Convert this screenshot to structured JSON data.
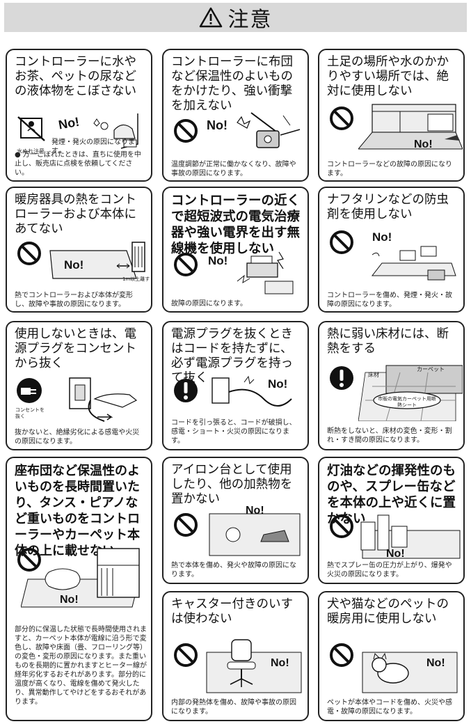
{
  "header": {
    "title": "注意"
  },
  "cards": [
    {
      "title": "コントローラーに水やお茶、ペットの尿などの液体物をこぼさない",
      "caption": "発煙・発火の原因になります。",
      "icon_label": "水ぬれ注意",
      "note": "● 万一こぼれたときは、直ちに使用を中止し、販売店に点検を依頼してください。",
      "no_text": "No!"
    },
    {
      "title": "コントローラーに布団など保温性のよいものをかけたり、強い衝撃を加えない",
      "desc": "温度調節が正常に働かなくなり、故障や事故の原因になります。",
      "no_text": "No!"
    },
    {
      "title": "土足の場所や水のかかりやすい場所では、絶対に使用しない",
      "desc": "コントローラーなどの故障の原因になります。",
      "no_text": "No!"
    },
    {
      "title": "暖房器具の熱をコントローラーおよび本体にあてない",
      "desc": "熱でコントローラーおよび本体が変形し、故障や事故の原因になります。",
      "distance_label": "1m以上離す",
      "no_text": "No!"
    },
    {
      "title": "コントローラーの近くで超短波式の電気治療器や強い電界を出す無線機を使用しない",
      "desc": "故障の原因になります。",
      "no_text": "No!"
    },
    {
      "title": "ナフタリンなどの防虫剤を使用しない",
      "desc": "コントローラーを傷め、発煙・発火・故障の原因になります。",
      "no_text": "No!"
    },
    {
      "title": "使用しないときは、電源プラグをコンセントから抜く",
      "desc": "抜かないと、絶縁劣化による感電や火災の原因になります。",
      "icon_label": "コンセントを抜く"
    },
    {
      "title": "電源プラグを抜くときはコードを持たずに、必ず電源プラグを持って抜く",
      "desc": "コードを引っ張ると、コードが破損し、感電・ショート・火災の原因になります。",
      "no_text": "No!"
    },
    {
      "title": "熱に弱い床材には、断熱をする",
      "desc": "断熱をしないと、床材の変色・変形・割れ・すき間の原因になります。",
      "label_floor": "床材",
      "label_carpet": "カーペット",
      "label_sheet": "市販の電気カーペット用断熱シート"
    },
    {
      "title": "座布団など保温性のよいものを長時間置いたり、タンス・ピアノなど重いものをコントローラーやカーペット本体の上に載せない",
      "desc": "部分的に保温した状態で長時間使用されますと、カーペット本体が電線に沿う形で変色し、故障や床面（畳、フローリング等）の変色・変形の原因になります。また重いものを長期的に置かれますとヒーター線が経年劣化するおそれがあります。部分的に温度が高くなり、電線を傷めて発火したり、異常動作してやけどをするおそれがあります。",
      "no_text": "No!"
    },
    {
      "title": "アイロン台として使用したり、他の加熱物を置かない",
      "desc": "熱で本体を傷め、発火や故障の原因になります。",
      "no_text": "No!"
    },
    {
      "title": "灯油などの揮発性のものや、スプレー缶などを本体の上や近くに置かない",
      "desc": "熱でスプレー缶の圧力が上がり、爆発や火災の原因になります。",
      "no_text": "No!"
    },
    {
      "title": "キャスター付きのいすは使わない",
      "desc": "内部の発熱体を傷め、故障や事故の原因になります。",
      "no_text": "No!"
    },
    {
      "title": "犬や猫などのペットの暖房用に使用しない",
      "desc": "ペットが本体やコードを傷め、火災や感電・故障の原因になります。",
      "no_text": "No!"
    }
  ]
}
